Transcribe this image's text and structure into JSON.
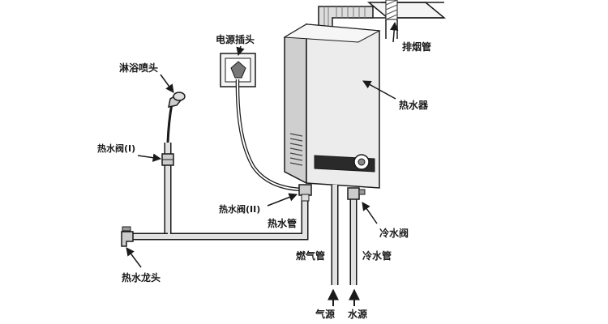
{
  "labels": {
    "flue_pipe": "排烟管",
    "power_plug": "电源插头",
    "shower_head": "淋浴喷头",
    "heater": "热水器",
    "hot_valve_1": "热水阀(I)",
    "hot_valve_2": "热水阀(II)",
    "hot_pipe": "热水管",
    "cold_valve": "冷水阀",
    "gas_pipe": "燃气管",
    "cold_pipe": "冷水管",
    "hot_tap": "热水龙头",
    "gas_source": "气源",
    "water_source": "水源"
  },
  "colors": {
    "stroke": "#1a1a1a",
    "pipe_fill": "#e2e2e2",
    "heater_body": "#ececec",
    "heater_side": "#cfcfcf",
    "hatch": "#555555"
  }
}
